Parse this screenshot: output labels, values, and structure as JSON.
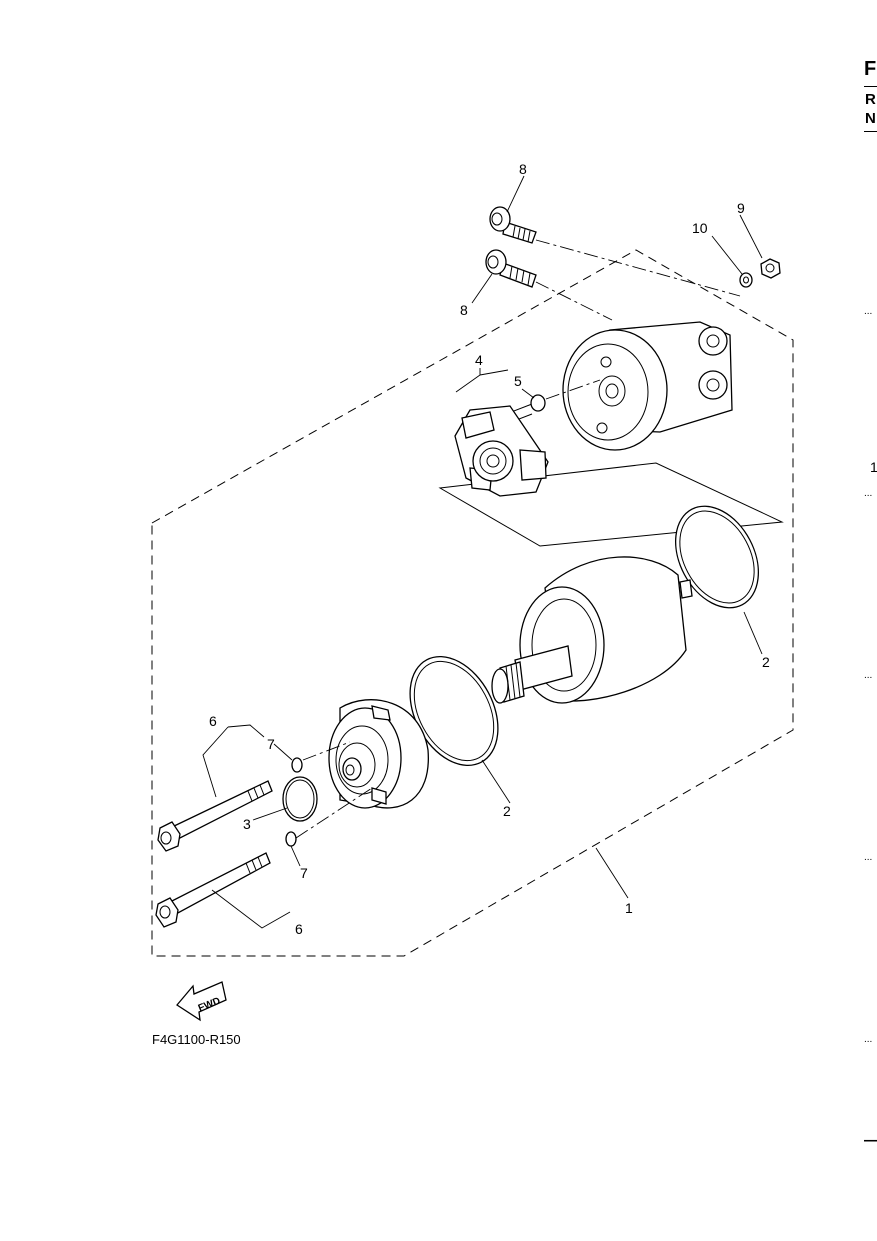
{
  "edge": {
    "top_letter": "F",
    "r_letter": "R",
    "n_letter": "N",
    "page_marker": "1",
    "dots": "...",
    "dash": "—"
  },
  "callouts": {
    "c8_top": "8",
    "c8_bottom": "8",
    "c9": "9",
    "c10": "10",
    "c4": "4",
    "c5": "5",
    "c2_right": "2",
    "c2_center": "2",
    "c3": "3",
    "c6_top": "6",
    "c6_bottom": "6",
    "c7_top": "7",
    "c7_bottom": "7",
    "c1": "1"
  },
  "fwd_label": "FWD",
  "diagram_code": "F4G1100-R150"
}
